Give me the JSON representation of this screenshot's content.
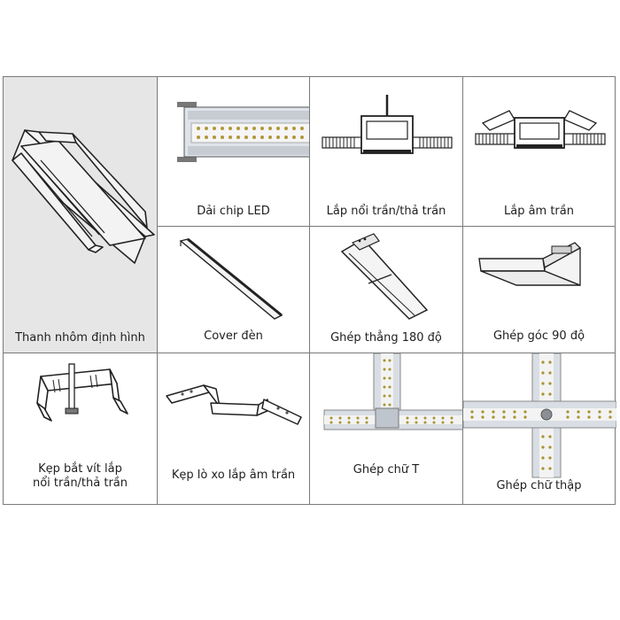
{
  "cells": [
    {
      "label": "Thanh nhôm định hình"
    },
    {
      "label": "Dải chip LED"
    },
    {
      "label": "Lắp nổi trần/thả trần"
    },
    {
      "label": "Lắp âm trần"
    },
    {
      "label": "Cover đèn"
    },
    {
      "label": "Ghép thẳng 180 độ"
    },
    {
      "label": "Ghép góc 90 độ"
    },
    {
      "label_line1": "Kẹp bắt vít lắp",
      "label_line2": "nổi trần/thả trần"
    },
    {
      "label": "Kẹp lò xo lắp âm trần"
    },
    {
      "label": "Ghép chữ T"
    },
    {
      "label": "Ghép chữ thập"
    }
  ]
}
